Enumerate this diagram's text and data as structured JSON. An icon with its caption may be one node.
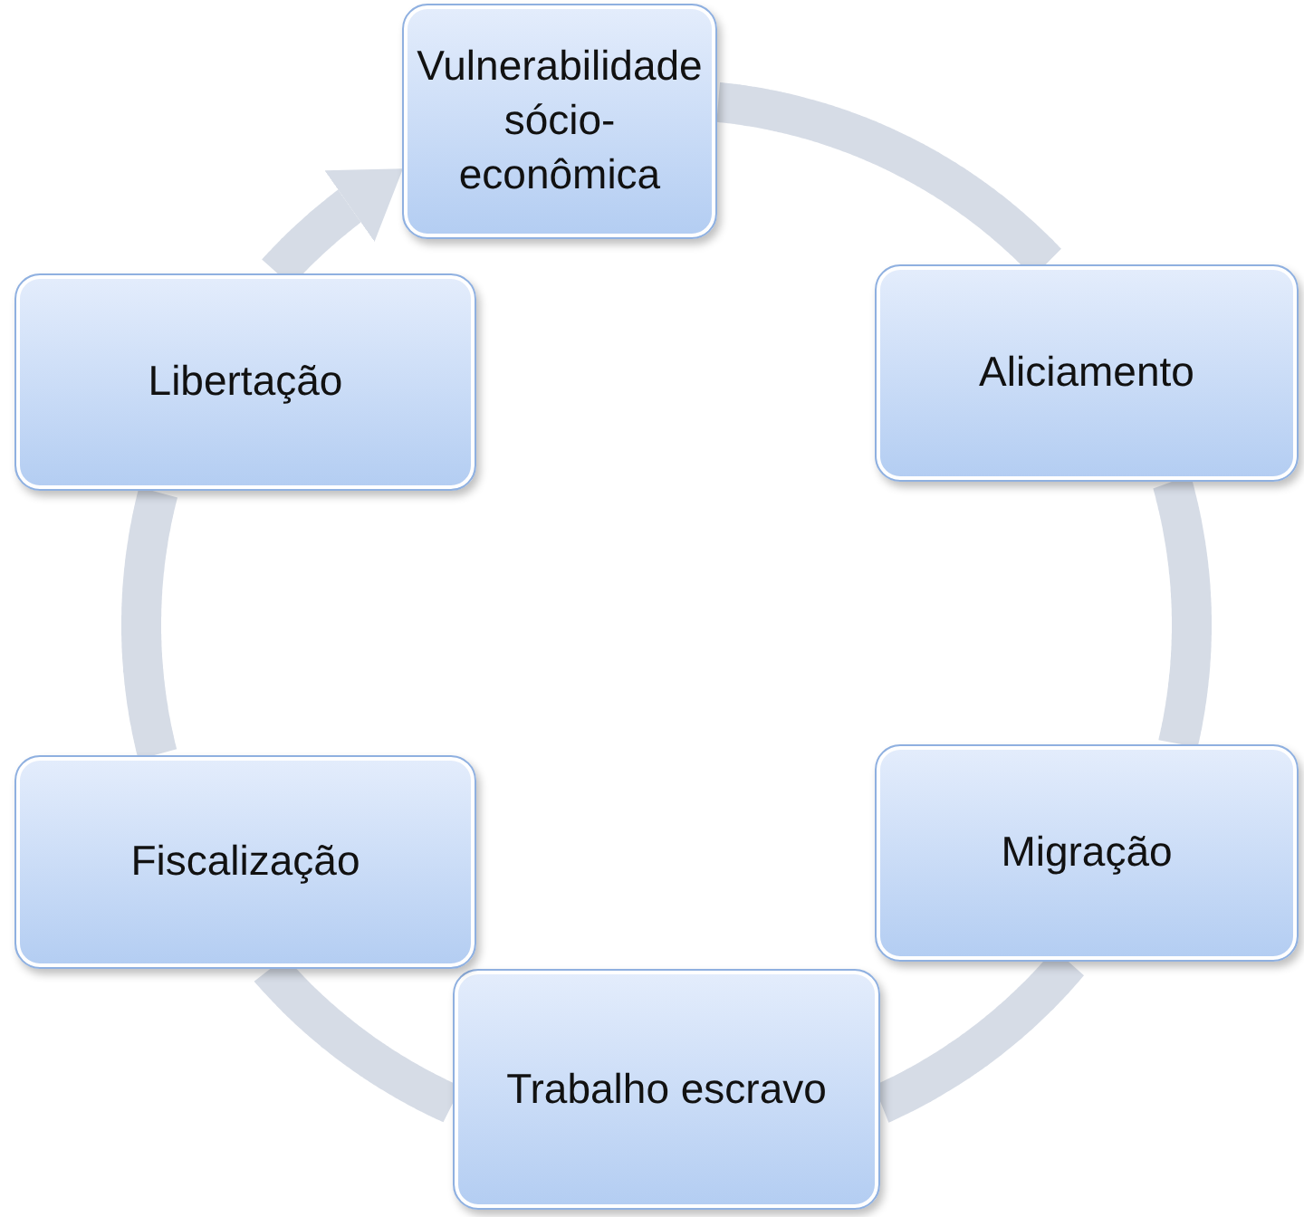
{
  "diagram": {
    "nodes": [
      {
        "text": [
          "Vulnerabilidade sócio-econômica"
        ]
      },
      {
        "text": [
          "Aliciamento"
        ]
      },
      {
        "text": [
          "Migração"
        ]
      },
      {
        "text": [
          "Trabalho escravo"
        ]
      },
      {
        "text": [
          "Fiscalização"
        ]
      },
      {
        "text": [
          "Libertação"
        ]
      }
    ],
    "edges": [
      {
        "from": 0,
        "to": 1,
        "arrow": "none"
      },
      {
        "from": 1,
        "to": 2,
        "arrow": "none"
      },
      {
        "from": 2,
        "to": 3,
        "arrow": "none"
      },
      {
        "from": 3,
        "to": 4,
        "arrow": "none"
      },
      {
        "from": 4,
        "to": 5,
        "arrow": "none"
      },
      {
        "from": 5,
        "to": 0,
        "arrow": "to"
      }
    ]
  }
}
